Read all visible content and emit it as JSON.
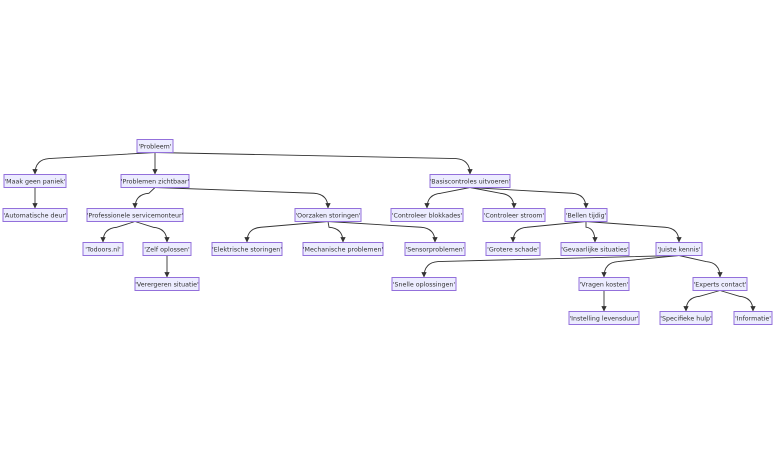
{
  "diagram": {
    "nodes": [
      {
        "id": "probleem",
        "label": "'Probleem'"
      },
      {
        "id": "paniek",
        "label": "'Maak geen paniek'"
      },
      {
        "id": "zichtbaar",
        "label": "'Problemen zichtbaar'"
      },
      {
        "id": "basis",
        "label": "'Basiscontroles uitvoeren'"
      },
      {
        "id": "deur",
        "label": "'Automatische deur'"
      },
      {
        "id": "monteur",
        "label": "'Professionele servicemonteur'"
      },
      {
        "id": "oorzaken",
        "label": "'Oorzaken storingen'"
      },
      {
        "id": "blokkades",
        "label": "'Controleer blokkades'"
      },
      {
        "id": "stroom",
        "label": "'Controleer stroom'"
      },
      {
        "id": "bellen",
        "label": "'Bellen tijdig'"
      },
      {
        "id": "todoors",
        "label": "'Todoors.nl'"
      },
      {
        "id": "zelf",
        "label": "'Zelf oplossen'"
      },
      {
        "id": "elektrisch",
        "label": "'Elektrische storingen'"
      },
      {
        "id": "mechanisch",
        "label": "'Mechanische problemen'"
      },
      {
        "id": "sensor",
        "label": "'Sensorproblemen'"
      },
      {
        "id": "schade",
        "label": "'Grotere schade'"
      },
      {
        "id": "gevaar",
        "label": "'Gevaarlijke situaties'"
      },
      {
        "id": "kennis",
        "label": "'Juiste kennis'"
      },
      {
        "id": "verergeren",
        "label": "'Verergeren situatie'"
      },
      {
        "id": "snelle",
        "label": "'Snelle oplossingen'"
      },
      {
        "id": "kosten",
        "label": "'Vragen kosten'"
      },
      {
        "id": "experts",
        "label": "'Experts contact'"
      },
      {
        "id": "levensduur",
        "label": "'Instelling levensduur'"
      },
      {
        "id": "hulp",
        "label": "'Specifieke hulp'"
      },
      {
        "id": "informatie",
        "label": "'Informatie'"
      }
    ],
    "edges": [
      [
        "probleem",
        "paniek"
      ],
      [
        "probleem",
        "zichtbaar"
      ],
      [
        "probleem",
        "basis"
      ],
      [
        "paniek",
        "deur"
      ],
      [
        "zichtbaar",
        "monteur"
      ],
      [
        "zichtbaar",
        "oorzaken"
      ],
      [
        "basis",
        "blokkades"
      ],
      [
        "basis",
        "stroom"
      ],
      [
        "basis",
        "bellen"
      ],
      [
        "monteur",
        "todoors"
      ],
      [
        "monteur",
        "zelf"
      ],
      [
        "zelf",
        "verergeren"
      ],
      [
        "oorzaken",
        "elektrisch"
      ],
      [
        "oorzaken",
        "mechanisch"
      ],
      [
        "oorzaken",
        "sensor"
      ],
      [
        "bellen",
        "schade"
      ],
      [
        "bellen",
        "gevaar"
      ],
      [
        "bellen",
        "kennis"
      ],
      [
        "kennis",
        "snelle"
      ],
      [
        "kennis",
        "kosten"
      ],
      [
        "kennis",
        "experts"
      ],
      [
        "kosten",
        "levensduur"
      ],
      [
        "experts",
        "hulp"
      ],
      [
        "experts",
        "informatie"
      ]
    ]
  }
}
